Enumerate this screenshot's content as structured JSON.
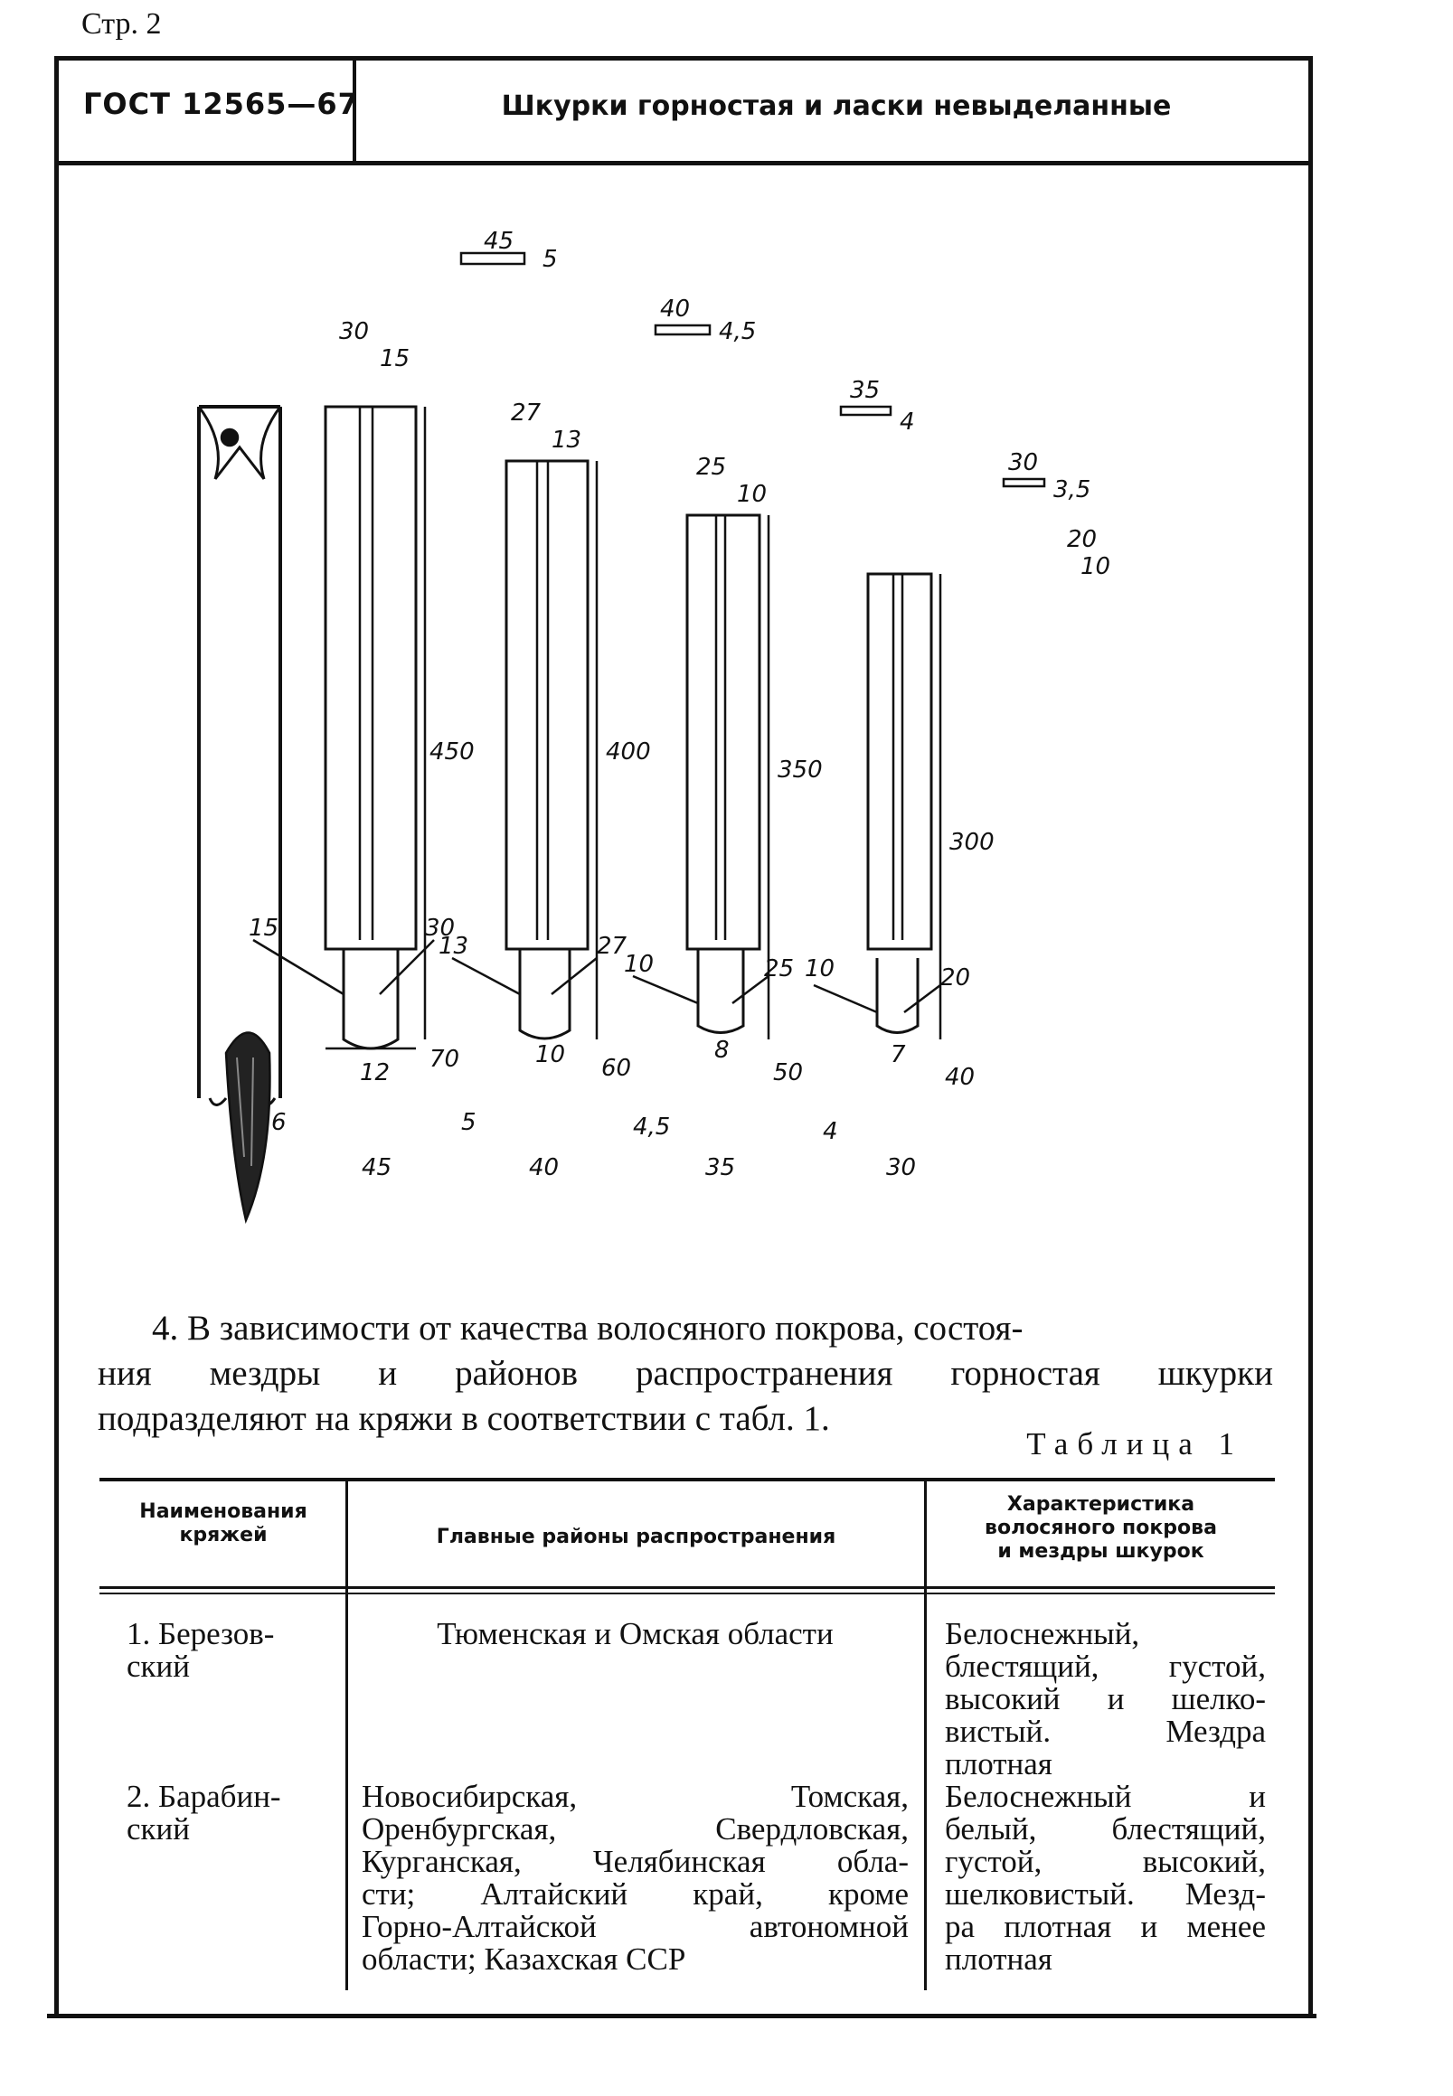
{
  "page": {
    "label": "Стр. 2"
  },
  "header": {
    "code": "ГОСТ 12565—67",
    "title": "Шкурки горностая и ласки невыделанные"
  },
  "figure": {
    "patterns": [
      {
        "section": "45",
        "thickness": "5",
        "top_width": "30",
        "slit": "15",
        "length": "450",
        "left_angle": "15",
        "right_angle": "30",
        "opening": "12",
        "height": "70",
        "offset": "6",
        "bottom_width": "45"
      },
      {
        "section": "40",
        "thickness": "4,5",
        "top_width": "27",
        "slit": "13",
        "length": "400",
        "left_angle": "13",
        "right_angle": "27",
        "opening": "10",
        "height": "60",
        "offset": "5",
        "bottom_width": "40"
      },
      {
        "section": "35",
        "thickness": "4",
        "top_width": "25",
        "slit": "10",
        "length": "350",
        "left_angle": "10",
        "right_angle": "25",
        "opening": "8",
        "height": "50",
        "offset": "4,5",
        "bottom_width": "35"
      },
      {
        "section": "30",
        "thickness": "3,5",
        "top_width": "20",
        "slit": "10",
        "length": "300",
        "left_angle": "10",
        "right_angle": "20",
        "opening": "7",
        "height": "40",
        "offset": "4",
        "bottom_width": "30"
      }
    ]
  },
  "paragraph": {
    "lines": [
      "4. В зависимости от качества волосяного покрова, состоя-",
      "ния мездры и районов распространения горностая шкурки",
      "подразделяют на кряжи в соответствии с табл. 1."
    ]
  },
  "table": {
    "caption": "Таблица 1",
    "headers": [
      [
        "Наименования",
        "кряжей"
      ],
      [
        "Главные районы распространения"
      ],
      [
        "Характеристика",
        "волосяного покрова",
        "и мездры шкурок"
      ]
    ],
    "rows": [
      {
        "name": [
          "1. Березов-",
          "ский"
        ],
        "regions": [
          "Тюменская и Омская области"
        ],
        "traits": [
          "Белоснежный,",
          "блестящий, густой,",
          "высокий и шелко-",
          "вистый. Мездра",
          "плотная"
        ]
      },
      {
        "name": [
          "2. Барабин-",
          "ский"
        ],
        "regions": [
          "Новосибирская, Томская,",
          "Оренбургская, Свердловская,",
          "Курганская, Челябинская обла-",
          "сти; Алтайский край, кроме",
          "Горно-Алтайской автономной",
          "области; Казахская ССР"
        ],
        "traits": [
          "Белоснежный и",
          "белый, блестящий,",
          "густой, высокий,",
          "шелковистый. Мезд-",
          "ра плотная и менее",
          "плотная"
        ]
      }
    ]
  }
}
